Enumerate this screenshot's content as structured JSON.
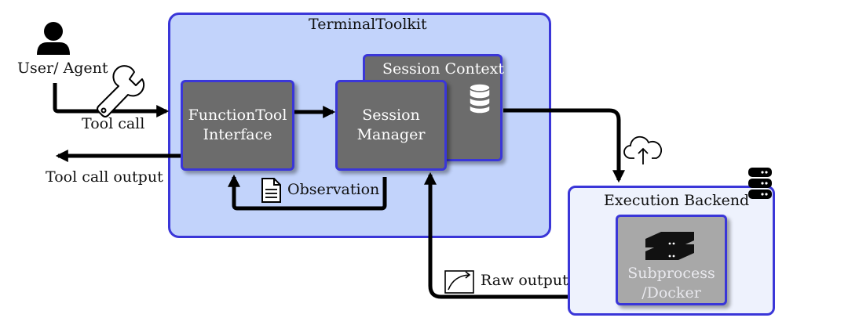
{
  "actor": {
    "label": "User/ Agent"
  },
  "toolkit": {
    "title": "TerminalToolkit"
  },
  "session_context": {
    "title": "Session Context"
  },
  "function_tool": {
    "line1": "FunctionTool",
    "line2": "Interface"
  },
  "session_manager": {
    "line1": "Session",
    "line2": "Manager"
  },
  "backend": {
    "title": "Execution Backend"
  },
  "subprocess": {
    "line1": "Subprocess",
    "line2": "/Docker"
  },
  "edges": {
    "tool_call": "Tool call",
    "tool_call_output": "Tool call output",
    "observation": "Observation",
    "raw_output": "Raw output"
  },
  "icons": [
    "user-icon",
    "wrench-icon",
    "document-icon",
    "database-icon",
    "cloud-upload-icon",
    "server-stack-icon",
    "server-icon",
    "chart-curve-icon"
  ],
  "colors": {
    "border": "#3a36d8",
    "toolkit_fill": "#c2d3fb",
    "backend_fill": "#eef2fd",
    "box_fill": "#6c6c6c",
    "subprocess_fill": "#a8a8a8"
  }
}
